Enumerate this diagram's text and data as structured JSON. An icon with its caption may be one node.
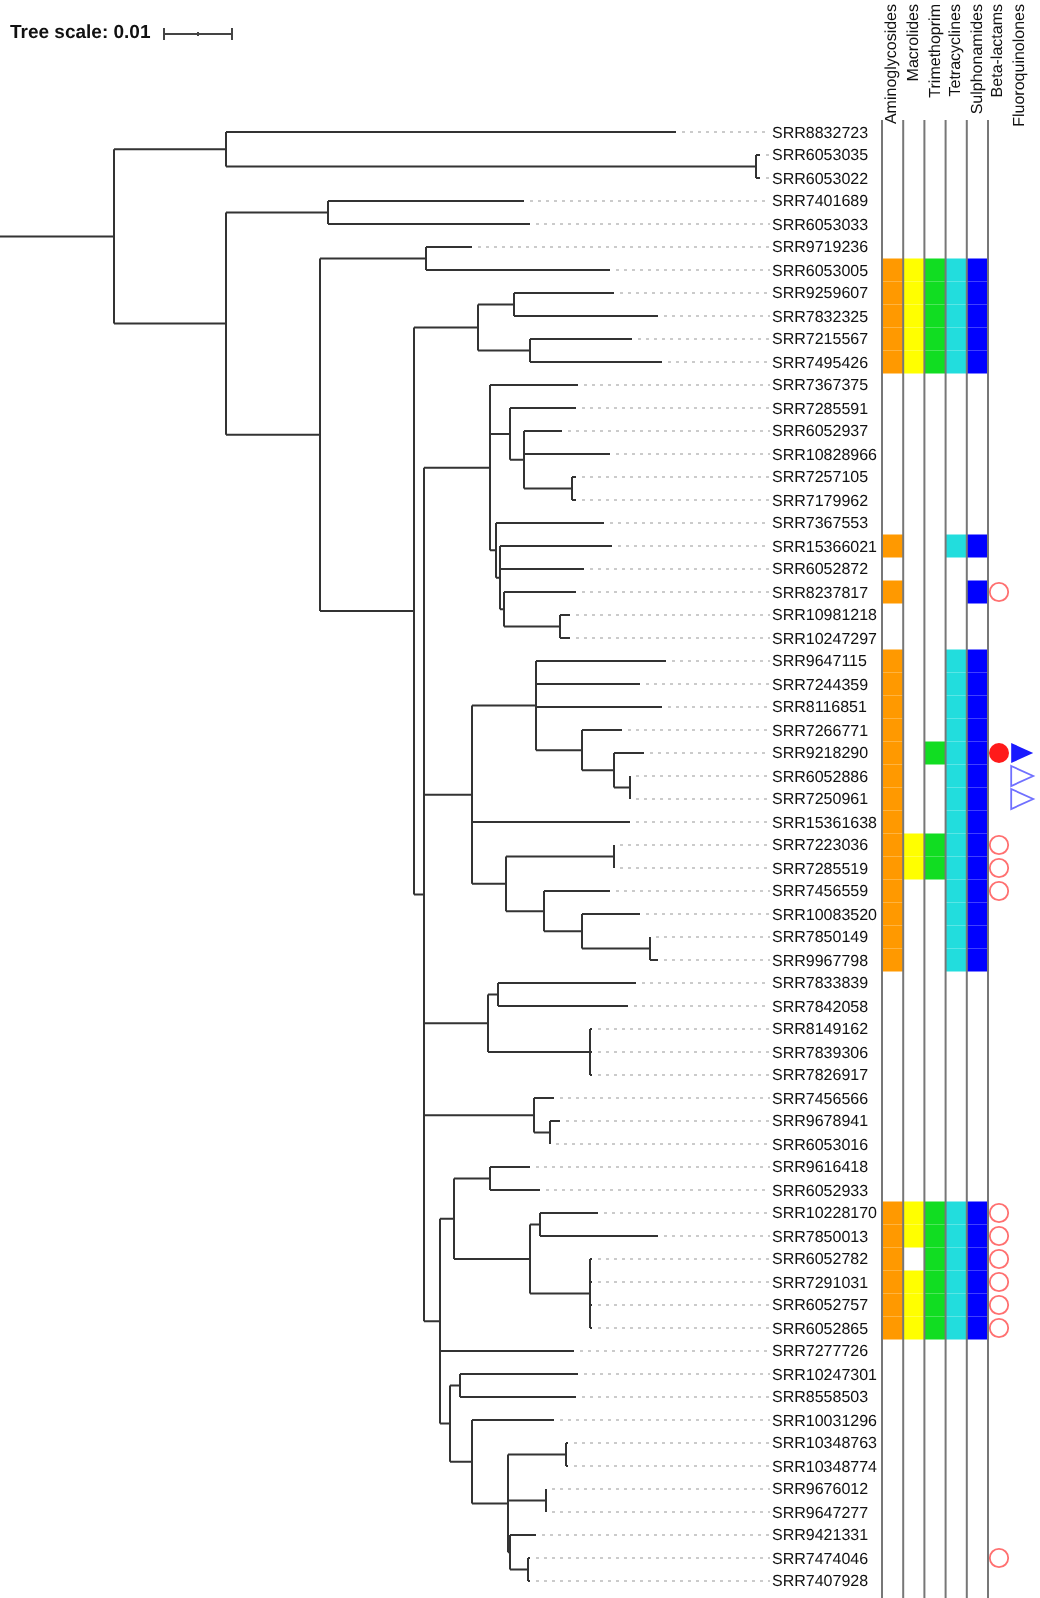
{
  "diagram": {
    "labels": [
      "Tree scale: 0.01",
      "Aminoglycosides",
      "Macrolides",
      "Trimethoprim",
      "Tetracyclines",
      "Sulphonamides",
      "Beta-lactams",
      "Fluoroquinolones",
      "SRR8832723",
      "SRR6053035",
      "SRR6053022",
      "SRR7401689",
      "SRR6053033",
      "SRR9719236",
      "SRR6053005",
      "SRR9259607",
      "SRR7832325",
      "SRR7215567",
      "SRR7495426",
      "SRR7367375",
      "SRR7285591",
      "SRR6052937",
      "SRR10828966",
      "SRR7257105",
      "SRR7179962",
      "SRR7367553",
      "SRR15366021",
      "SRR6052872",
      "SRR8237817",
      "SRR10981218",
      "SRR10247297",
      "SRR9647115",
      "SRR7244359",
      "SRR8116851",
      "SRR7266771",
      "SRR9218290",
      "SRR6052886",
      "SRR7250961",
      "SRR15361638",
      "SRR7223036",
      "SRR7285519",
      "SRR7456559",
      "SRR10083520",
      "SRR7850149",
      "SRR9967798",
      "SRR7833839",
      "SRR7842058",
      "SRR8149162",
      "SRR7839306",
      "SRR7826917",
      "SRR7456566",
      "SRR9678941",
      "SRR6053016",
      "SRR9616418",
      "SRR6052933",
      "SRR10228170",
      "SRR7850013",
      "SRR6052782",
      "SRR7291031",
      "SRR6052757",
      "SRR6052865",
      "SRR7277726",
      "SRR10247301",
      "SRR8558503",
      "SRR10031296",
      "SRR10348763",
      "SRR10348774",
      "SRR9676012",
      "SRR9647277",
      "SRR9421331",
      "SRR7474046",
      "SRR7407928"
    ]
  }
}
